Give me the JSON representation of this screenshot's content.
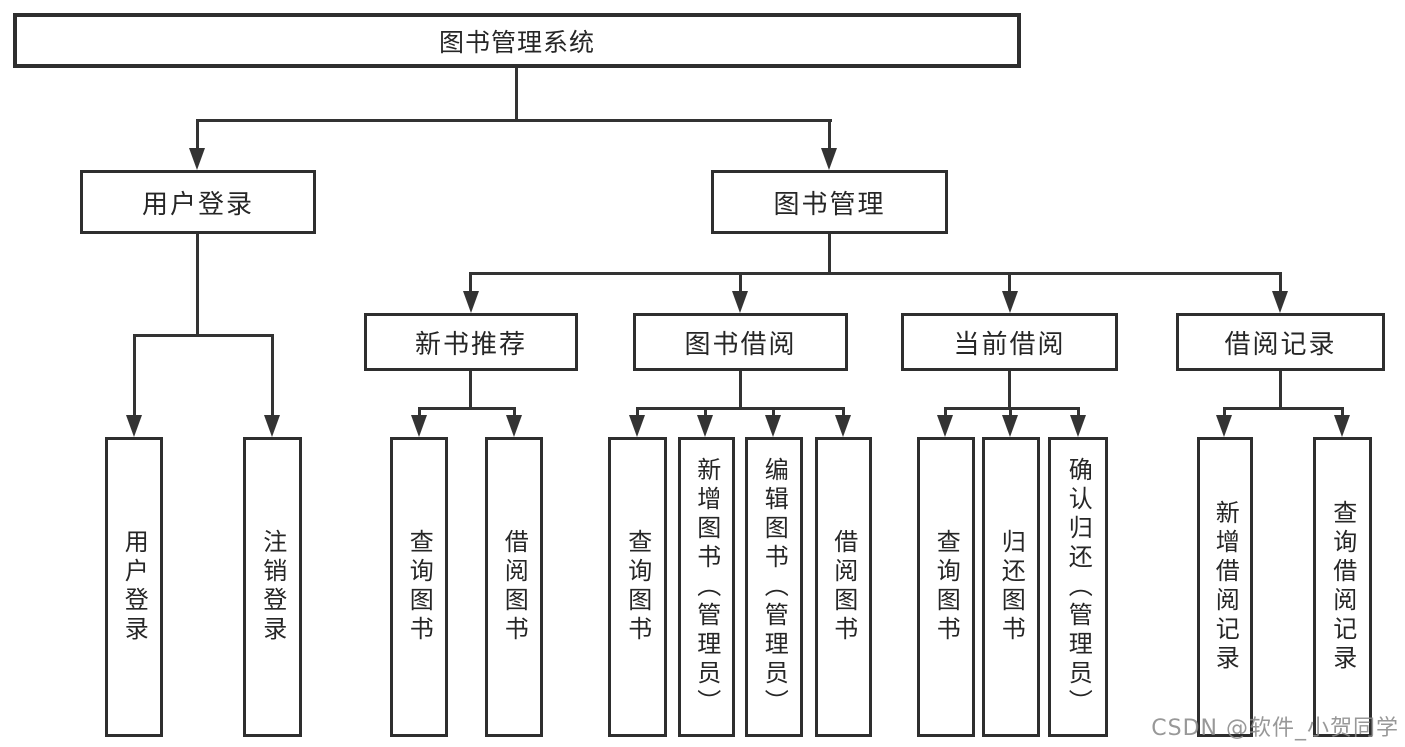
{
  "tree": {
    "label": "图书管理系统",
    "children": [
      {
        "label": "用户登录",
        "children": [
          {
            "label": "用户登录"
          },
          {
            "label": "注销登录"
          }
        ]
      },
      {
        "label": "图书管理",
        "children": [
          {
            "label": "新书推荐",
            "children": [
              {
                "label": "查询图书"
              },
              {
                "label": "借阅图书"
              }
            ]
          },
          {
            "label": "图书借阅",
            "children": [
              {
                "label": "查询图书"
              },
              {
                "label": "新增图书（管理员）"
              },
              {
                "label": "编辑图书（管理员）"
              },
              {
                "label": "借阅图书"
              }
            ]
          },
          {
            "label": "当前借阅",
            "children": [
              {
                "label": "查询图书"
              },
              {
                "label": "归还图书"
              },
              {
                "label": "确认归还（管理员）"
              }
            ]
          },
          {
            "label": "借阅记录",
            "children": [
              {
                "label": "新增借阅记录"
              },
              {
                "label": "查询借阅记录"
              }
            ]
          }
        ]
      }
    ]
  },
  "watermark": "CSDN @软件_小贺同学",
  "colors": {
    "line": "#333333",
    "box_border": "#2e2e2e",
    "text": "#262626",
    "watermark": "#8a8a8a",
    "background": "#ffffff"
  }
}
